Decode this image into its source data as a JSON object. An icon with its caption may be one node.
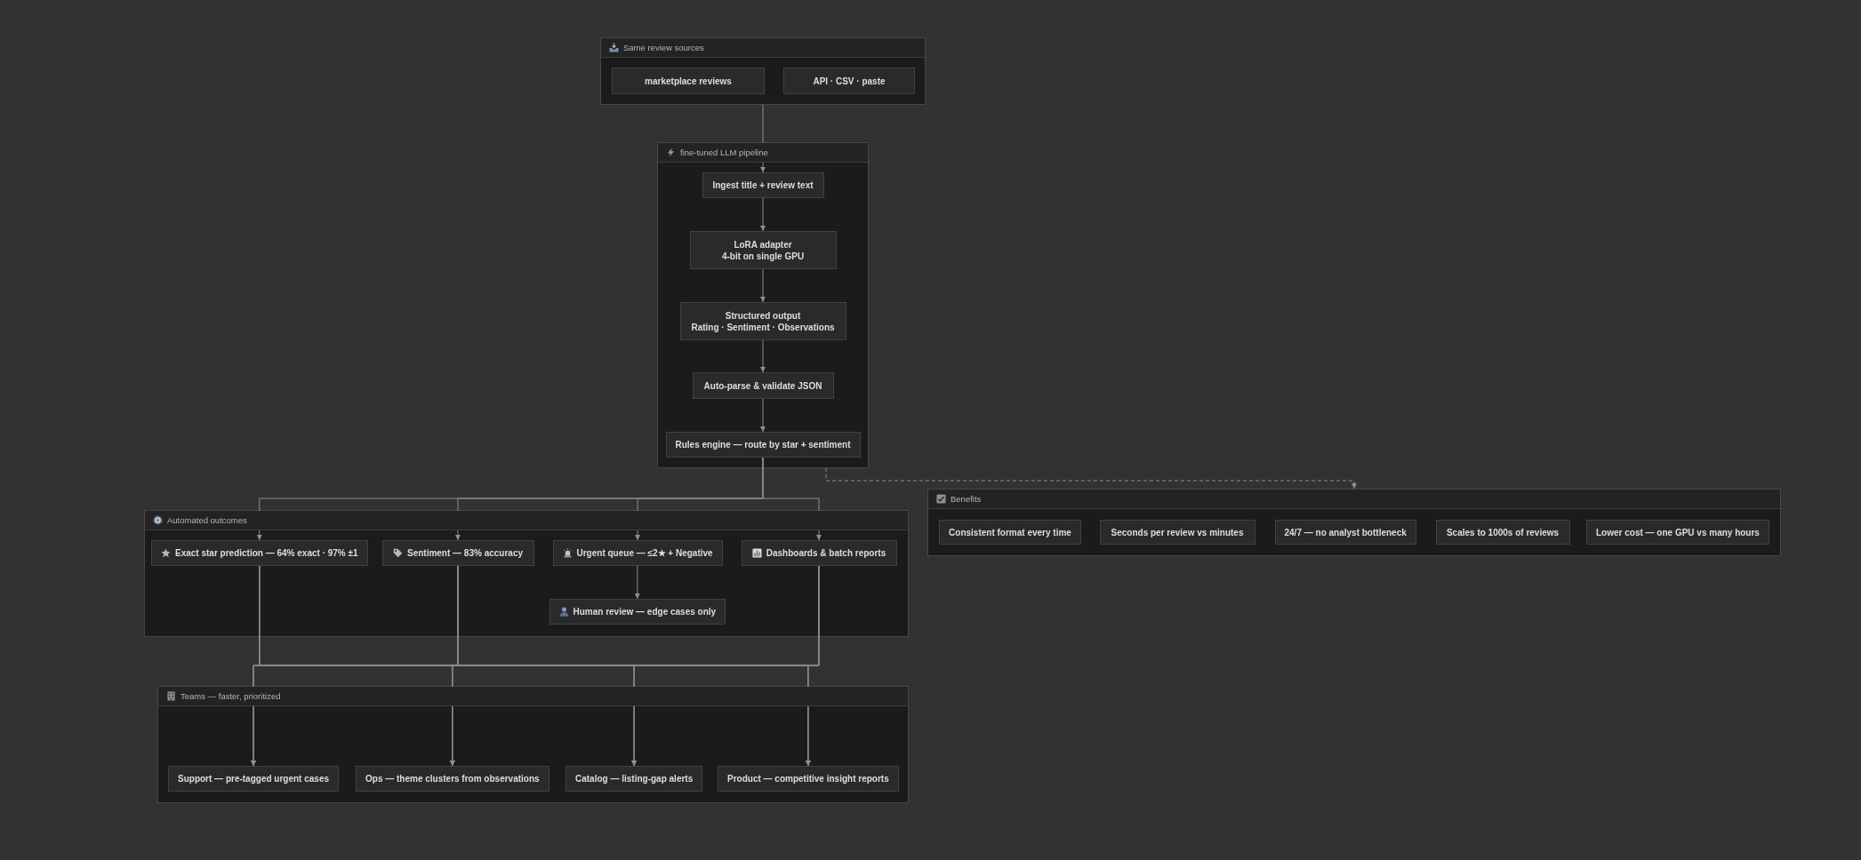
{
  "diagram": {
    "nodes": [
      {
        "text": [
          "Same review sources"
        ]
      },
      {
        "text": [
          "marketplace reviews"
        ],
        "in": 0
      },
      {
        "text": [
          "API · CSV · paste"
        ],
        "in": 0
      },
      {
        "text": [
          "fine-tuned LLM pipeline"
        ]
      },
      {
        "text": [
          "Ingest title + review text"
        ],
        "in": 3
      },
      {
        "text": [
          "LoRA adapter",
          "4-bit on single GPU"
        ],
        "in": 3
      },
      {
        "text": [
          "Structured output",
          "Rating · Sentiment · Observations"
        ],
        "in": 3
      },
      {
        "text": [
          "Auto-parse & validate JSON"
        ],
        "in": 3
      },
      {
        "text": [
          "Rules engine — route by star + sentiment"
        ],
        "in": 3
      },
      {
        "text": [
          "Benefits"
        ]
      },
      {
        "text": [
          "Consistent format every time"
        ],
        "in": 9
      },
      {
        "text": [
          "Seconds per review vs minutes"
        ],
        "in": 9
      },
      {
        "text": [
          "24/7 — no analyst bottleneck"
        ],
        "in": 9
      },
      {
        "text": [
          "Scales to 1000s of reviews"
        ],
        "in": 9
      },
      {
        "text": [
          "Lower cost — one GPU vs many hours"
        ],
        "in": 9
      },
      {
        "text": [
          "Automated outcomes"
        ]
      },
      {
        "text": [
          "Exact star prediction — 64% exact · 97% ±1"
        ],
        "in": 15
      },
      {
        "text": [
          "Sentiment — 83% accuracy"
        ],
        "in": 15
      },
      {
        "text": [
          "Urgent queue — ≤2★ + Negative"
        ],
        "in": 15
      },
      {
        "text": [
          "Dashboards & batch reports"
        ],
        "in": 15
      },
      {
        "text": [
          "Human review — edge cases only"
        ],
        "in": 15
      },
      {
        "text": [
          "Teams — faster, prioritized"
        ]
      },
      {
        "text": [
          "Support — pre-tagged urgent cases"
        ],
        "in": 21
      },
      {
        "text": [
          "Ops — theme clusters from observations"
        ],
        "in": 21
      },
      {
        "text": [
          "Catalog — listing-gap alerts"
        ],
        "in": 21
      },
      {
        "text": [
          "Product — competitive insight reports"
        ],
        "in": 21
      }
    ],
    "edges": [
      {
        "from": 0,
        "to": 4,
        "arrow": "to"
      },
      {
        "from": 4,
        "to": 5,
        "arrow": "to"
      },
      {
        "from": 5,
        "to": 6,
        "arrow": "to"
      },
      {
        "from": 6,
        "to": 7,
        "arrow": "to"
      },
      {
        "from": 7,
        "to": 8,
        "arrow": "to"
      },
      {
        "from": 8,
        "to": 16,
        "arrow": "to"
      },
      {
        "from": 8,
        "to": 17,
        "arrow": "to"
      },
      {
        "from": 8,
        "to": 18,
        "arrow": "to"
      },
      {
        "from": 8,
        "to": 19,
        "arrow": "to"
      },
      {
        "from": 18,
        "to": 20,
        "arrow": "to"
      },
      {
        "from": 16,
        "to": 22,
        "arrow": "to"
      },
      {
        "from": 16,
        "to": 23,
        "arrow": "to"
      },
      {
        "from": 16,
        "to": 24,
        "arrow": "to"
      },
      {
        "from": 16,
        "to": 25,
        "arrow": "to"
      },
      {
        "from": 17,
        "to": 22,
        "arrow": "to"
      },
      {
        "from": 17,
        "to": 23,
        "arrow": "to"
      },
      {
        "from": 17,
        "to": 24,
        "arrow": "to"
      },
      {
        "from": 17,
        "to": 25,
        "arrow": "to"
      },
      {
        "from": 19,
        "to": 22,
        "arrow": "to"
      },
      {
        "from": 19,
        "to": 23,
        "arrow": "to"
      },
      {
        "from": 19,
        "to": 24,
        "arrow": "to"
      },
      {
        "from": 19,
        "to": 25,
        "arrow": "to"
      },
      {
        "from": 3,
        "to": 9,
        "arrow": "to",
        "style": "dashed"
      }
    ]
  }
}
